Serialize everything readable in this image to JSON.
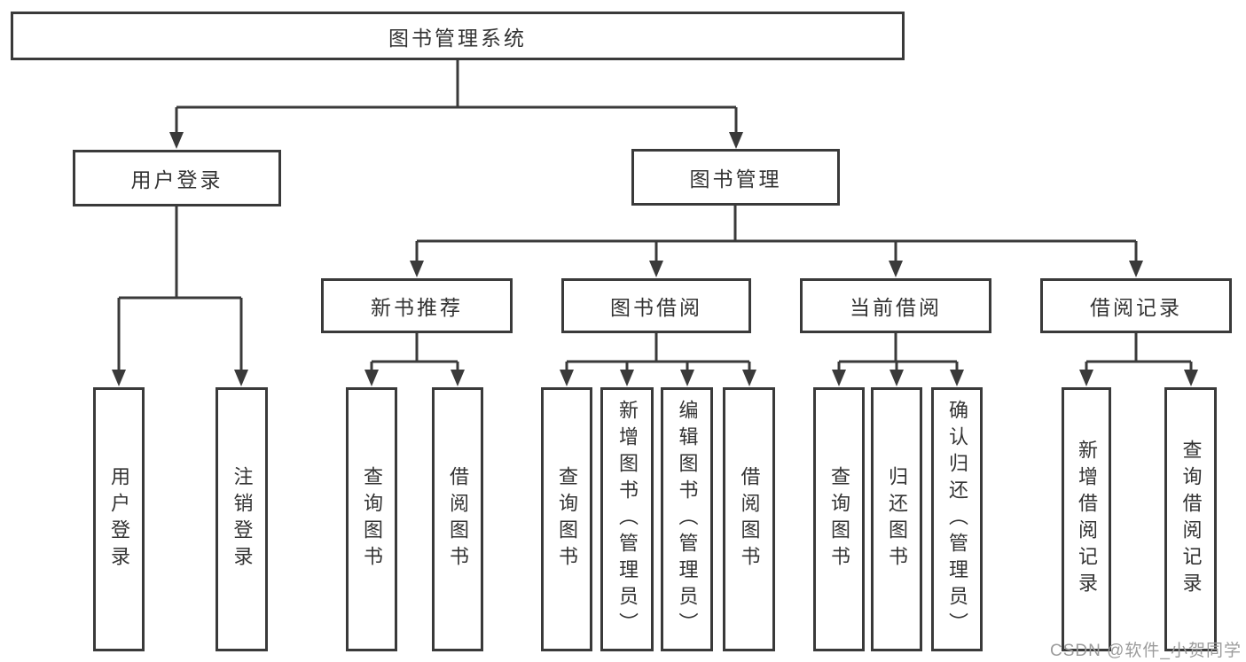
{
  "diagram": {
    "type": "tree",
    "colors": {
      "line": "#3a3a3a",
      "text": "#333333",
      "box_fill": "#ffffff",
      "background": "#ffffff",
      "watermark": "#9c9c9c"
    },
    "root": {
      "label": "图书管理系统"
    },
    "level2": [
      {
        "label": "用户登录",
        "parent": "图书管理系统"
      },
      {
        "label": "图书管理",
        "parent": "图书管理系统"
      }
    ],
    "level3": [
      {
        "label": "新书推荐",
        "parent": "图书管理"
      },
      {
        "label": "图书借阅",
        "parent": "图书管理"
      },
      {
        "label": "当前借阅",
        "parent": "图书管理"
      },
      {
        "label": "借阅记录",
        "parent": "图书管理"
      }
    ],
    "leaves": [
      {
        "label": "用户登录",
        "parent": "用户登录"
      },
      {
        "label": "注销登录",
        "parent": "用户登录"
      },
      {
        "label": "查询图书",
        "parent": "新书推荐"
      },
      {
        "label": "借阅图书",
        "parent": "新书推荐"
      },
      {
        "label": "查询图书",
        "parent": "图书借阅"
      },
      {
        "label": "新增图书（管理员）",
        "parent": "图书借阅"
      },
      {
        "label": "编辑图书（管理员）",
        "parent": "图书借阅"
      },
      {
        "label": "借阅图书",
        "parent": "图书借阅"
      },
      {
        "label": "查询图书",
        "parent": "当前借阅"
      },
      {
        "label": "归还图书",
        "parent": "当前借阅"
      },
      {
        "label": "确认归还（管理员）",
        "parent": "当前借阅"
      },
      {
        "label": "新增借阅记录",
        "parent": "借阅记录"
      },
      {
        "label": "查询借阅记录",
        "parent": "借阅记录"
      }
    ],
    "watermark": {
      "text": "CSDN @软件_小贺同学"
    }
  }
}
